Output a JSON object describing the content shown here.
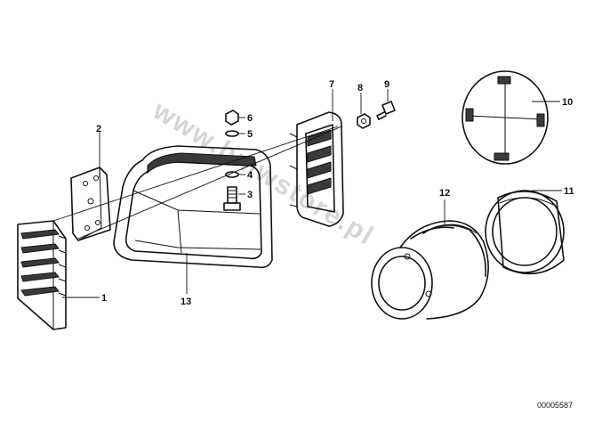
{
  "diagram": {
    "reference_number": "00005587",
    "watermark": "www.bmwstore.pl",
    "callouts": [
      {
        "id": "1",
        "label": "1",
        "part": "front-grille"
      },
      {
        "id": "2",
        "label": "2",
        "part": "mounting-bracket"
      },
      {
        "id": "3",
        "label": "3",
        "part": "screw"
      },
      {
        "id": "4",
        "label": "4",
        "part": "washer"
      },
      {
        "id": "5",
        "label": "5",
        "part": "washer"
      },
      {
        "id": "6",
        "label": "6",
        "part": "nut"
      },
      {
        "id": "7",
        "label": "7",
        "part": "rear-grille"
      },
      {
        "id": "8",
        "label": "8",
        "part": "nut"
      },
      {
        "id": "9",
        "label": "9",
        "part": "screw"
      },
      {
        "id": "10",
        "label": "10",
        "part": "cover-cap"
      },
      {
        "id": "11",
        "label": "11",
        "part": "ring"
      },
      {
        "id": "12",
        "label": "12",
        "part": "rubber-boot"
      },
      {
        "id": "13",
        "label": "13",
        "part": "housing"
      }
    ]
  }
}
